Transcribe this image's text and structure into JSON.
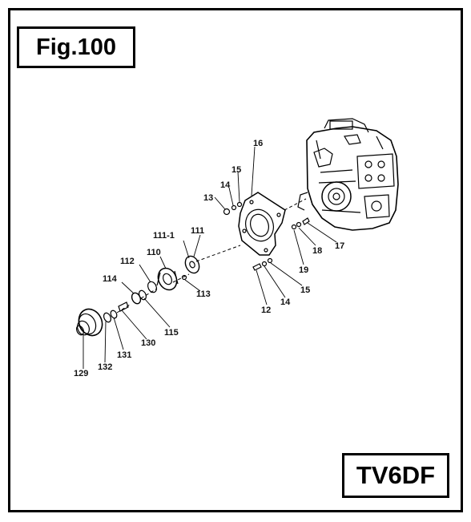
{
  "figure_label": "Fig.100",
  "model_label": "TV6DF",
  "part_labels": {
    "p16": "16",
    "p15a": "15",
    "p14a": "14",
    "p13": "13",
    "p111": "111",
    "p111_1": "111-1",
    "p110": "110",
    "p112": "112",
    "p114": "114",
    "p113": "113",
    "p115": "115",
    "p130": "130",
    "p131": "131",
    "p132": "132",
    "p129": "129",
    "p12": "12",
    "p14b": "14",
    "p15b": "15",
    "p19": "19",
    "p18": "18",
    "p17": "17"
  },
  "colors": {
    "ink": "#000000",
    "paper": "#ffffff"
  }
}
